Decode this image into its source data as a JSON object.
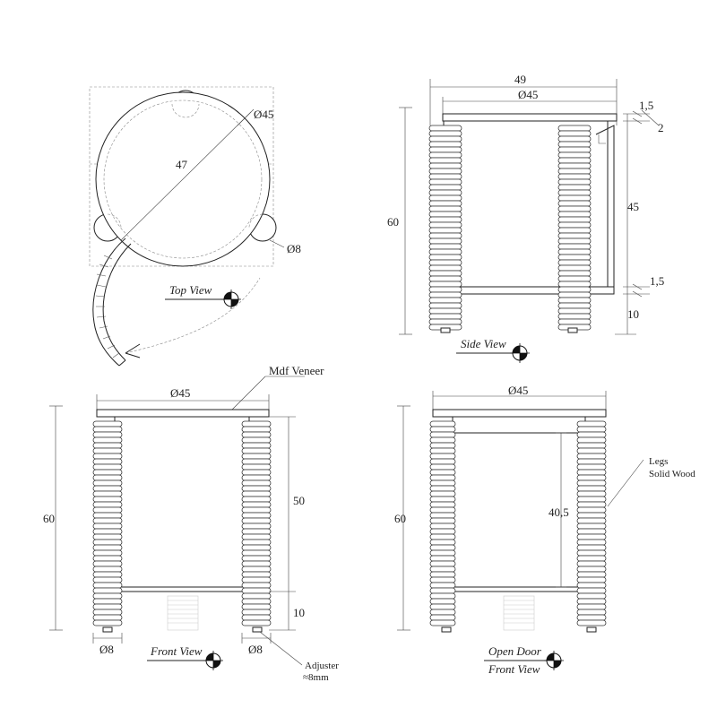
{
  "top_view": {
    "title": "Top View",
    "diameter_label": "Ø45",
    "chord_label": "47",
    "leg_label": "Ø8"
  },
  "side_view": {
    "title": "Side View",
    "width_label": "49",
    "top_diameter_label": "Ø45",
    "height_label": "60",
    "top_thickness_label": "1,5",
    "gap_label": "2",
    "body_height_label": "45",
    "bottom_thickness_label": "1,5",
    "leg_height_label": "10"
  },
  "front_view": {
    "title": "Front View",
    "top_diameter_label": "Ø45",
    "veneer_label": "Mdf Veneer",
    "height_label": "60",
    "body_height_label": "50",
    "leg_height_label": "10",
    "leg_left_label": "Ø8",
    "leg_right_label": "Ø8",
    "adjuster_label": "Adjuster",
    "adjuster_size_label": "≈8mm"
  },
  "open_door_view": {
    "title_line1": "Open Door",
    "title_line2": "Front View",
    "top_diameter_label": "Ø45",
    "height_label": "60",
    "inner_height_label": "40,5",
    "legs_label_line1": "Legs",
    "legs_label_line2": "Solid Wood"
  },
  "icons": {
    "section_marker": "section-marker-icon"
  }
}
